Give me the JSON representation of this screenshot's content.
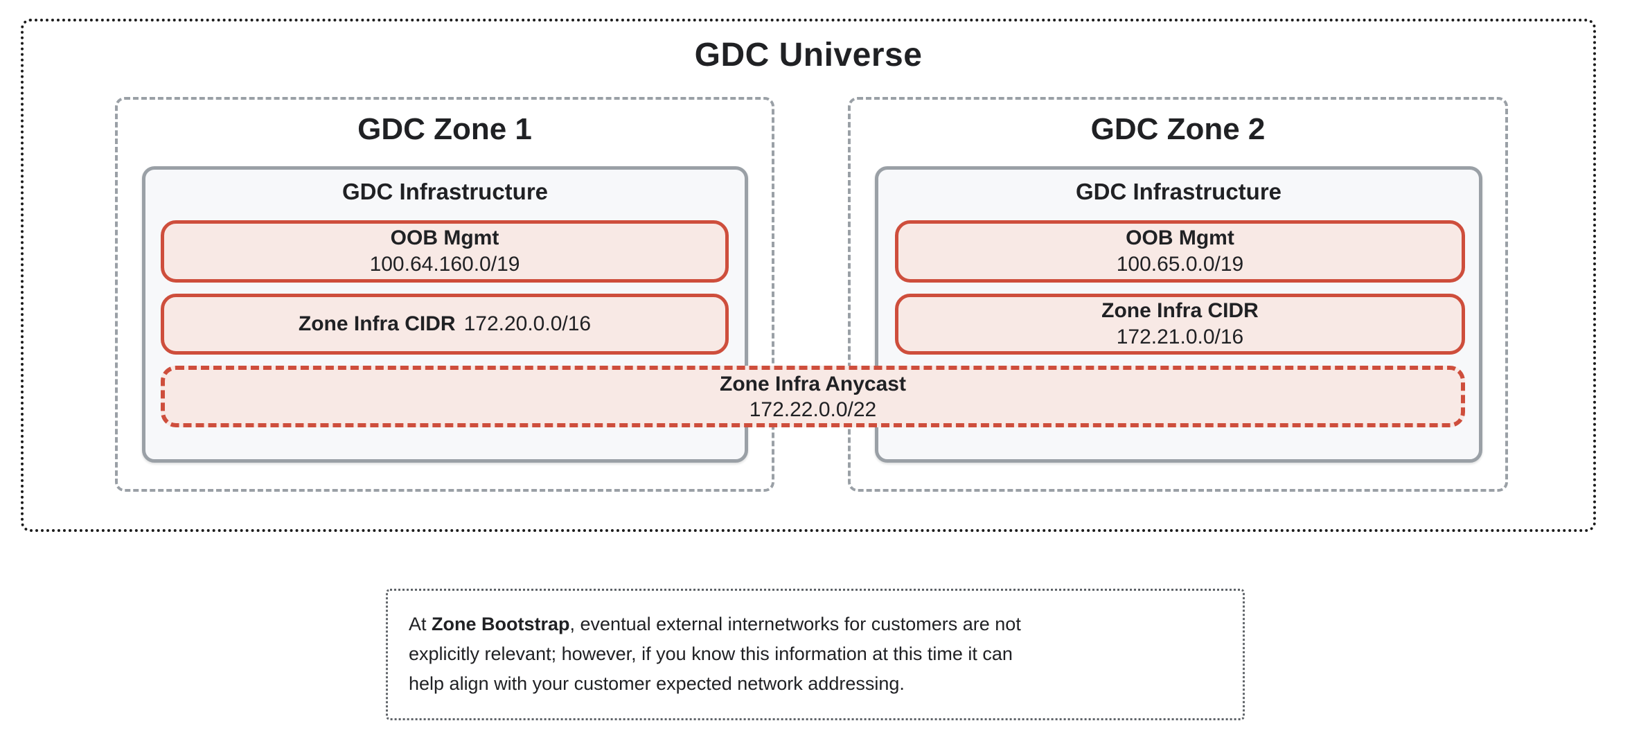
{
  "universe": {
    "title": "GDC Universe"
  },
  "zones": [
    {
      "title": "GDC Zone 1",
      "infra_title": "GDC Infrastructure",
      "oob": {
        "title": "OOB Mgmt",
        "cidr": "100.64.160.0/19"
      },
      "zone_cidr": {
        "title": "Zone Infra CIDR",
        "cidr": "172.20.0.0/16"
      }
    },
    {
      "title": "GDC Zone 2",
      "infra_title": "GDC Infrastructure",
      "oob": {
        "title": "OOB Mgmt",
        "cidr": "100.65.0.0/19"
      },
      "zone_cidr": {
        "title": "Zone Infra CIDR",
        "cidr": "172.21.0.0/16"
      }
    }
  ],
  "anycast": {
    "title": "Zone Infra Anycast",
    "cidr": "172.22.0.0/22"
  },
  "note": {
    "line1_prefix": "At ",
    "line1_bold": "Zone Bootstrap",
    "line1_rest": ", eventual external internetworks for customers are not",
    "line2": "explicitly relevant; however, if you know this information at this time it can",
    "line3": "help align with your customer expected network addressing."
  },
  "colors": {
    "accent_red_border": "#ce4e3c",
    "red_fill": "#f8e9e5",
    "gray_border": "#9aa0a6",
    "infra_fill": "#f7f8fa",
    "universe_border": "#1c1c1c",
    "note_border": "#5f6368",
    "text": "#202124"
  }
}
